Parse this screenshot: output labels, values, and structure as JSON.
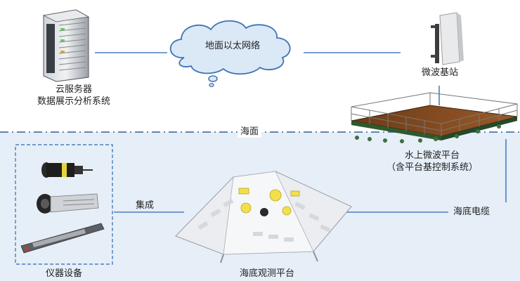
{
  "labels": {
    "cloud": "地面以太网络",
    "server_line1": "云服务器",
    "server_line2": "数据展示分析系统",
    "microwave_station": "微波基站",
    "sea_surface": "海面",
    "platform_line1": "水上微波平台",
    "platform_line2": "（含平台基控制系统）",
    "integration": "集成",
    "subsea_cable": "海底电缆",
    "instruments": "仪器设备",
    "seabed_platform": "海底观测平台"
  },
  "colors": {
    "sea_background": "#e6eef7",
    "link_line": "#4a7fbf",
    "sea_line": "#2f5f9a",
    "cloud_fill": "#dbe8f6",
    "cloud_stroke": "#3f73b5"
  },
  "icons": {
    "server": "server-rack-icon",
    "cloud": "cloud-icon",
    "antenna": "microwave-antenna-icon",
    "surface_platform": "floating-platform-icon",
    "seabed_frame": "seabed-frame-icon",
    "instruments": [
      "probe-sensor-icon",
      "camera-sensor-icon",
      "sensor-bar-icon"
    ]
  }
}
